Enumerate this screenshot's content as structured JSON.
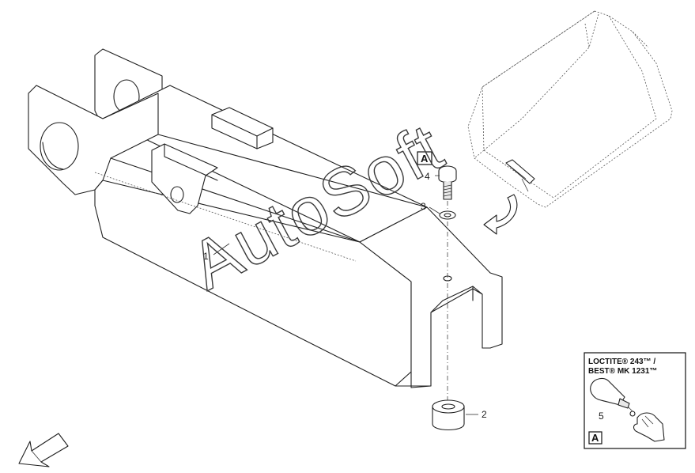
{
  "watermark": "AutoSoft",
  "part_labels": {
    "p1": "1",
    "p2": "2",
    "p3": "3",
    "p4": "4",
    "p5": "5"
  },
  "callout": {
    "letter_main": "A",
    "letter_inset": "A"
  },
  "loctite": {
    "line1": "LOCTITE® 243™ /",
    "line2": "BEST® MK 1231™"
  },
  "icons": {
    "direction_arrow": "direction-arrow-icon",
    "curved_arrow": "curved-arrow-icon",
    "adhesive_bottle": "adhesive-bottle-icon"
  }
}
